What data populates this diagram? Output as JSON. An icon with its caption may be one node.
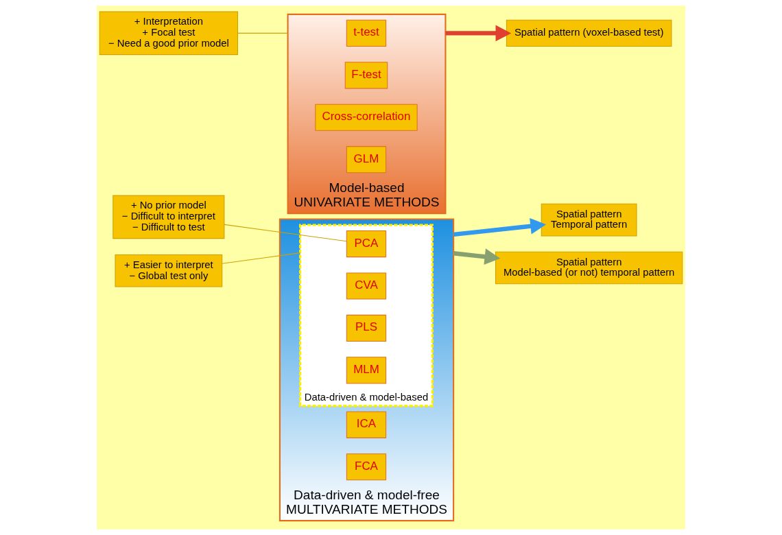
{
  "diagram": {
    "nodes": [
      {
        "text": [
          "Data-driven & model-free",
          "MULTIVARIATE METHODS"
        ]
      },
      {
        "text": [
          "Data-driven & model-based"
        ],
        "in": 0
      },
      {
        "text": [
          "PCA"
        ],
        "in": 1
      },
      {
        "text": [
          "ICA"
        ],
        "in": 0
      },
      {
        "text": [
          "FCA"
        ],
        "in": 0
      },
      {
        "text": [
          "CVA"
        ],
        "in": 1
      },
      {
        "text": [
          "PLS"
        ],
        "in": 1
      },
      {
        "text": [
          "MLM"
        ],
        "in": 1
      },
      {
        "text": [
          "Model-based",
          "UNIVARIATE METHODS"
        ]
      },
      {
        "text": [
          "t-test"
        ],
        "in": 8
      },
      {
        "text": [
          "F-test"
        ],
        "in": 8
      },
      {
        "text": [
          "Cross-correlation"
        ],
        "in": 8
      },
      {
        "text": [
          "GLM"
        ],
        "in": 8
      },
      {
        "text": [
          "+ No prior model",
          "− Difficult to interpret",
          "− Difficult to test"
        ]
      },
      {
        "text": [
          "+ Easier to interpret",
          "− Global test only"
        ]
      },
      {
        "text": [
          "+ Interpretation",
          "+ Focal test",
          "− Need a good prior model"
        ]
      },
      {
        "text": [
          "Spatial pattern",
          "Temporal pattern"
        ]
      },
      {
        "text": [
          "Spatial pattern",
          "Model-based (or not) temporal pattern"
        ]
      },
      {
        "text": [
          "Spatial pattern (voxel-based test)"
        ]
      }
    ],
    "edges": [
      {
        "from": 13,
        "to": 2,
        "arrow": "none"
      },
      {
        "from": 14,
        "to": 1,
        "arrow": "none"
      },
      {
        "from": 15,
        "to": 8,
        "arrow": "none"
      },
      {
        "from": 0,
        "to": 16,
        "arrow": "to",
        "style": "thick",
        "color": "#3399ee"
      },
      {
        "from": 0,
        "to": 17,
        "arrow": "to",
        "style": "thick",
        "color": "#88a070"
      },
      {
        "from": 8,
        "to": 18,
        "arrow": "to",
        "style": "thick",
        "color": "#e04030"
      }
    ]
  }
}
